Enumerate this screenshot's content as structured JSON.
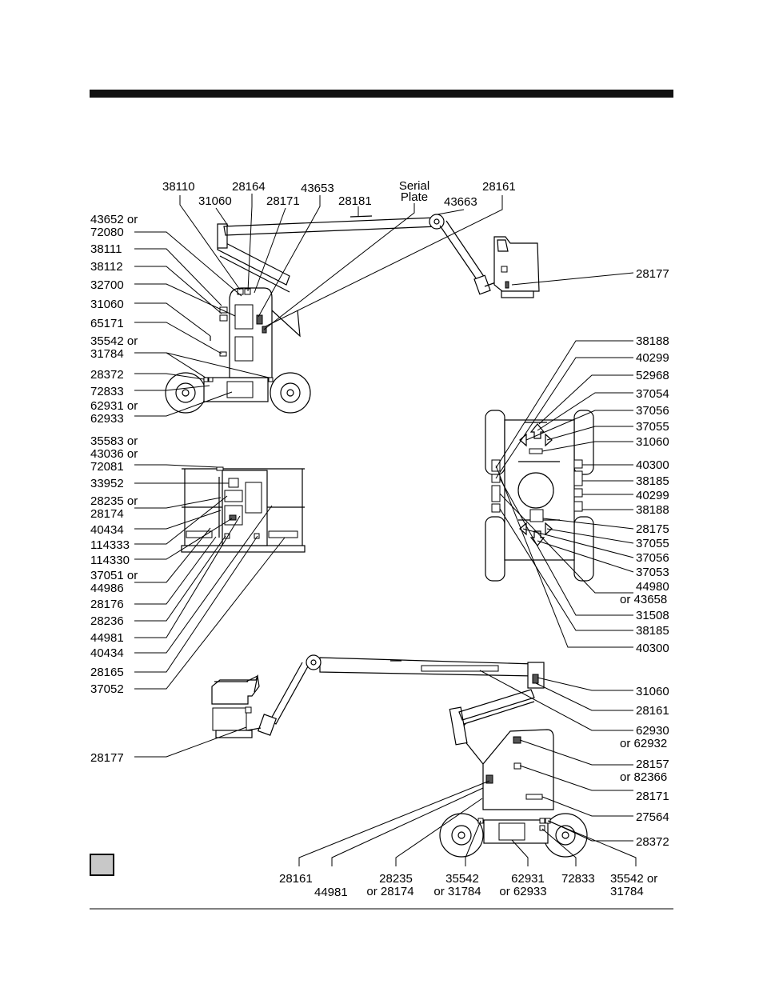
{
  "header_rule_color": "#111111",
  "legend_swatch_color": "#c8c8c8",
  "views": {
    "side_left": {
      "labels_left": [
        {
          "id": "l1",
          "lines": [
            "43652 or",
            "72080"
          ]
        },
        {
          "id": "l2",
          "lines": [
            "38111"
          ]
        },
        {
          "id": "l3",
          "lines": [
            "38112"
          ]
        },
        {
          "id": "l4",
          "lines": [
            "32700"
          ]
        },
        {
          "id": "l5",
          "lines": [
            "31060"
          ]
        },
        {
          "id": "l6",
          "lines": [
            "65171"
          ]
        },
        {
          "id": "l7",
          "lines": [
            "35542 or",
            "31784"
          ]
        },
        {
          "id": "l8",
          "lines": [
            "28372"
          ]
        },
        {
          "id": "l9",
          "lines": [
            "72833"
          ]
        },
        {
          "id": "l10",
          "lines": [
            "62931 or",
            "62933"
          ]
        }
      ],
      "labels_top": [
        {
          "id": "t1",
          "lines": [
            "38110"
          ]
        },
        {
          "id": "t2",
          "lines": [
            "31060"
          ]
        },
        {
          "id": "t3",
          "lines": [
            "28164"
          ]
        },
        {
          "id": "t4",
          "lines": [
            "28171"
          ]
        },
        {
          "id": "t5",
          "lines": [
            "43653"
          ]
        },
        {
          "id": "t6",
          "lines": [
            "28181"
          ]
        },
        {
          "id": "t7",
          "lines": [
            "Serial",
            "Plate"
          ]
        },
        {
          "id": "t8",
          "lines": [
            "43663"
          ]
        },
        {
          "id": "t9",
          "lines": [
            "28161"
          ]
        }
      ],
      "label_right": {
        "id": "r1",
        "lines": [
          "28177"
        ]
      }
    },
    "platform": {
      "labels_left": [
        {
          "id": "p1",
          "lines": [
            "35583 or",
            "43036 or",
            "72081"
          ]
        },
        {
          "id": "p2",
          "lines": [
            "33952"
          ]
        },
        {
          "id": "p3",
          "lines": [
            "28235 or",
            "28174"
          ]
        },
        {
          "id": "p4",
          "lines": [
            "40434"
          ]
        },
        {
          "id": "p5",
          "lines": [
            "114333"
          ]
        },
        {
          "id": "p6",
          "lines": [
            "114330"
          ]
        },
        {
          "id": "p7",
          "lines": [
            "37051 or",
            "44986"
          ]
        },
        {
          "id": "p8",
          "lines": [
            "28176"
          ]
        },
        {
          "id": "p9",
          "lines": [
            "28236"
          ]
        },
        {
          "id": "p10",
          "lines": [
            "44981"
          ]
        },
        {
          "id": "p11",
          "lines": [
            "40434"
          ]
        },
        {
          "id": "p12",
          "lines": [
            "28165"
          ]
        },
        {
          "id": "p13",
          "lines": [
            "37052"
          ]
        }
      ]
    },
    "top_view": {
      "labels_right": [
        {
          "id": "v1",
          "lines": [
            "38188"
          ]
        },
        {
          "id": "v2",
          "lines": [
            "40299"
          ]
        },
        {
          "id": "v3",
          "lines": [
            "52968"
          ]
        },
        {
          "id": "v4",
          "lines": [
            "37054"
          ]
        },
        {
          "id": "v5",
          "lines": [
            "37056"
          ]
        },
        {
          "id": "v6",
          "lines": [
            "37055"
          ]
        },
        {
          "id": "v7",
          "lines": [
            "31060"
          ]
        },
        {
          "id": "v8",
          "lines": [
            "40300"
          ]
        },
        {
          "id": "v9",
          "lines": [
            "38185"
          ]
        },
        {
          "id": "v10",
          "lines": [
            "40299"
          ]
        },
        {
          "id": "v11",
          "lines": [
            "38188"
          ]
        },
        {
          "id": "v12",
          "lines": [
            "28175"
          ]
        },
        {
          "id": "v13",
          "lines": [
            "37055"
          ]
        },
        {
          "id": "v14",
          "lines": [
            "37056"
          ]
        },
        {
          "id": "v15",
          "lines": [
            "37053"
          ]
        },
        {
          "id": "v16",
          "lines": [
            "44980",
            "or 43658"
          ]
        },
        {
          "id": "v17",
          "lines": [
            "31508"
          ]
        },
        {
          "id": "v18",
          "lines": [
            "38185"
          ]
        },
        {
          "id": "v19",
          "lines": [
            "40300"
          ]
        }
      ]
    },
    "side_right": {
      "labels_right": [
        {
          "id": "s1",
          "lines": [
            "31060"
          ]
        },
        {
          "id": "s2",
          "lines": [
            "28161"
          ]
        },
        {
          "id": "s3",
          "lines": [
            "62930",
            "or 62932"
          ]
        },
        {
          "id": "s4",
          "lines": [
            "28157",
            "or 82366"
          ]
        },
        {
          "id": "s5",
          "lines": [
            "28171"
          ]
        },
        {
          "id": "s6",
          "lines": [
            "27564"
          ]
        },
        {
          "id": "s7",
          "lines": [
            "28372"
          ]
        }
      ],
      "label_left": {
        "id": "s8",
        "lines": [
          "28177"
        ]
      },
      "labels_bottom": [
        {
          "id": "b1",
          "lines": [
            "28161"
          ]
        },
        {
          "id": "b2",
          "lines": [
            "44981"
          ]
        },
        {
          "id": "b3",
          "lines": [
            "28235",
            "or 28174"
          ]
        },
        {
          "id": "b4",
          "lines": [
            "35542",
            "or 31784"
          ]
        },
        {
          "id": "b5",
          "lines": [
            "62931",
            "or 62933"
          ]
        },
        {
          "id": "b6",
          "lines": [
            "72833"
          ]
        },
        {
          "id": "b7",
          "lines": [
            "35542 or",
            "31784"
          ]
        }
      ]
    }
  }
}
